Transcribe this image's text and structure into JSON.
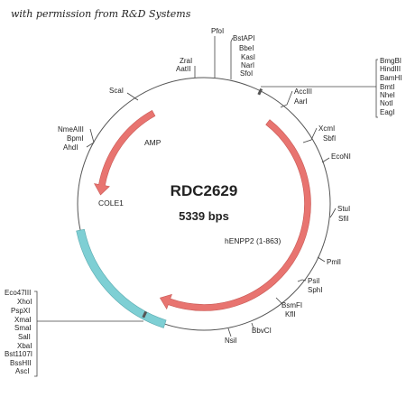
{
  "credit": "with permission from R&D Systems",
  "plasmid": {
    "name": "RDC2629",
    "size_text": "5339 bps",
    "total_bp": 5339
  },
  "features": [
    {
      "name": "AMP",
      "type": "arrow",
      "color": "#e87470",
      "direction": "ccw",
      "start_deg": 331,
      "end_deg": 275
    },
    {
      "name": "COLE1",
      "type": "block",
      "color": "#7ecfd4",
      "start_deg": 198,
      "end_deg": 258
    },
    {
      "name": "hENPP2 (1-863)",
      "type": "arrow",
      "color": "#e87470",
      "direction": "cw",
      "start_deg": 38,
      "end_deg": 205
    }
  ],
  "site_groups": [
    {
      "id": "pfol",
      "labels": [
        "PfoI"
      ]
    },
    {
      "id": "bstapi",
      "labels": [
        "BstAPI",
        "BbeI",
        "KasI",
        "NarI",
        "SfoI"
      ]
    },
    {
      "id": "zrai",
      "labels": [
        "ZraI",
        "AatII"
      ]
    },
    {
      "id": "mcs_right",
      "labels": [
        "BmgBI",
        "HindIII",
        "BamHI",
        "BmtI",
        "NheI",
        "NotI",
        "EagI"
      ]
    },
    {
      "id": "scai",
      "labels": [
        "ScaI"
      ]
    },
    {
      "id": "acciii",
      "labels": [
        "AccIII",
        "AarI"
      ]
    },
    {
      "id": "xcmi",
      "labels": [
        "XcmI",
        "SbfI"
      ]
    },
    {
      "id": "ecoNI",
      "labels": [
        "EcoNI"
      ]
    },
    {
      "id": "nmeaiii",
      "labels": [
        "NmeAIII",
        "BpmI",
        "AhdI"
      ]
    },
    {
      "id": "stui",
      "labels": [
        "StuI",
        "SfiI"
      ]
    },
    {
      "id": "pmli",
      "labels": [
        "PmlI"
      ]
    },
    {
      "id": "psii",
      "labels": [
        "PsiI",
        "SphI"
      ]
    },
    {
      "id": "bsmfi",
      "labels": [
        "BsmFI",
        "KflI"
      ]
    },
    {
      "id": "bbvci",
      "labels": [
        "BbvCI"
      ]
    },
    {
      "id": "nsii",
      "labels": [
        "NsiI"
      ]
    },
    {
      "id": "mcs_left",
      "labels": [
        "Eco47III",
        "XhoI",
        "PspXI",
        "XmaI",
        "SmaI",
        "SalI",
        "XbaI",
        "Bst1107I",
        "BssHII",
        "AscI"
      ]
    }
  ]
}
